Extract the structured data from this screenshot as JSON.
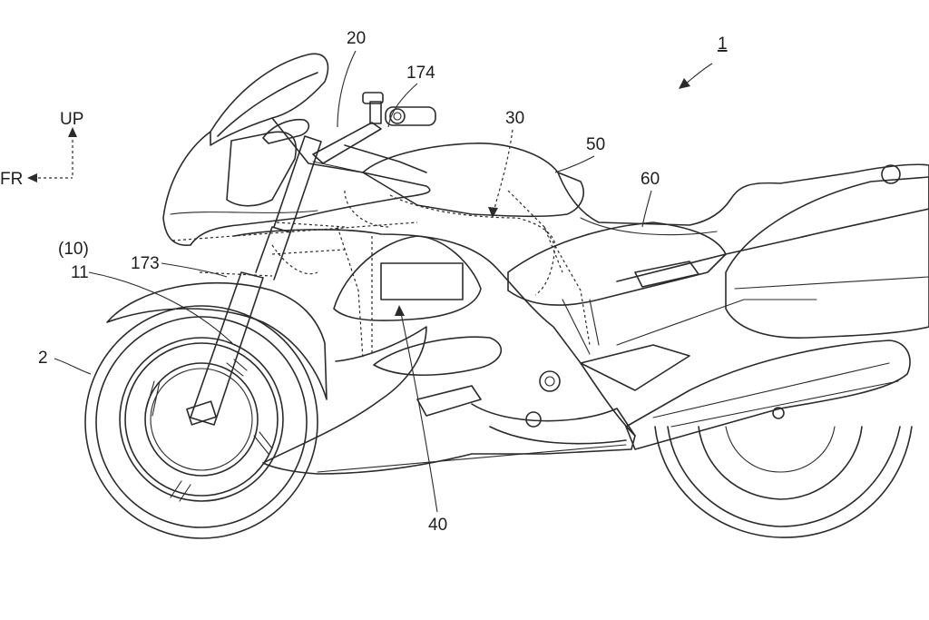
{
  "orientation": {
    "up_label": "UP",
    "front_label": "FR"
  },
  "labels": {
    "vehicle": "1",
    "front_wheel": "2",
    "steering": "20",
    "fuel_tank": "30",
    "cowl": "40",
    "tank_cover": "50",
    "seat": "60",
    "front_fork_group": "(10)",
    "front_fork": "11",
    "part_173": "173",
    "part_174": "174"
  }
}
